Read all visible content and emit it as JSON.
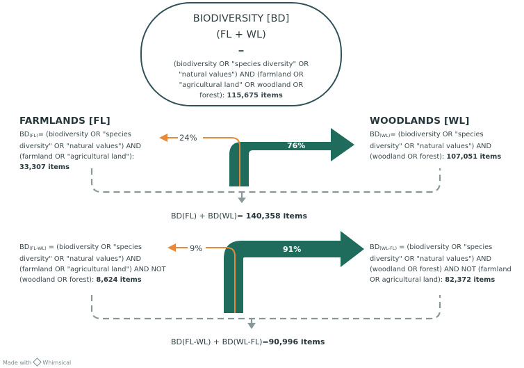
{
  "top": {
    "title": "BIODIVERSITY [BD]",
    "subtitle": "(FL + WL)",
    "equals": "=",
    "query": "(biodiversity OR \"species diversity\" OR \"natural values\") AND (farmland OR \"agricultural land\" OR woodland OR forest): ",
    "count": "115,675 items"
  },
  "farmlands": {
    "title": "FARMLANDS [FL]",
    "bd": "BD",
    "sub": "(FL)",
    "query": "= (biodiversity OR \"species diversity\" OR \"natural values\") AND (farmland OR \"agricultural land\"): ",
    "count": "33,307 items",
    "percent": "24%"
  },
  "woodlands": {
    "title": "WOODLANDS [WL]",
    "bd": "BD",
    "sub": "(WL)",
    "query": "= (biodiversity OR \"species diversity\" OR \"natural values\") AND (woodland OR forest): ",
    "count": "107,051 items",
    "percent": "76%"
  },
  "sum1": {
    "label": "BD(FL) + BD(WL)= ",
    "count": "140,358 items"
  },
  "fl_only": {
    "bd": "BD",
    "sub": "(FL-WL)",
    "query": " = (biodiversity OR \"species diversity\" OR \"natural values\") AND (farmland OR \"agricultural land\") AND NOT (woodland OR forest): ",
    "count": "8,624 items",
    "percent": "9%"
  },
  "wl_only": {
    "bd": "BD",
    "sub": "(WL-FL)",
    "query": " = (biodiversity OR \"species diversity\" OR \"natural values\") AND (woodland OR forest) AND NOT (farmland OR agricultural land): ",
    "count": "82,372 items",
    "percent": "91%"
  },
  "sum2": {
    "label": "BD(FL-WL) + BD(WL-FL)=",
    "count": "90,996 items"
  },
  "footer": {
    "made_with": "Made with",
    "brand": "Whimsical"
  },
  "colors": {
    "teal": "#1f6b5c",
    "orange": "#e8883a",
    "dash": "#8a9699",
    "outline": "#315158"
  }
}
